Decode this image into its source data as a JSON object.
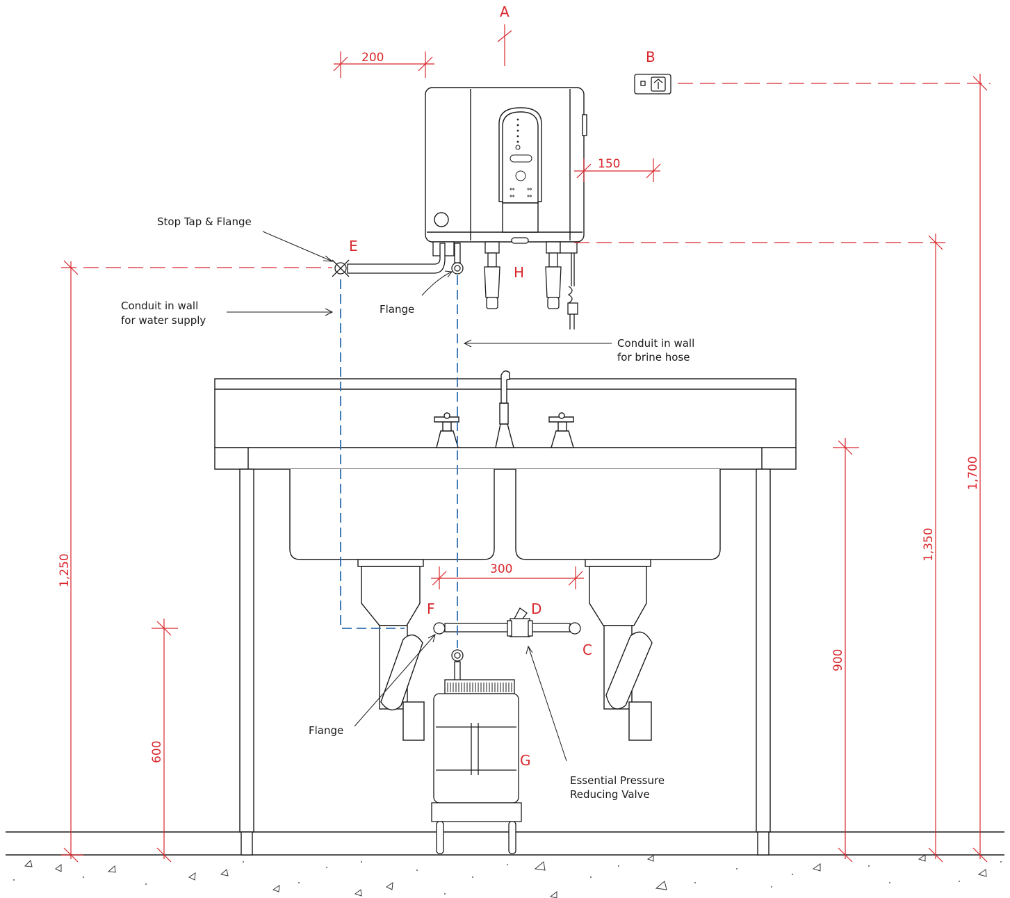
{
  "markers": {
    "a": "A",
    "b": "B",
    "c": "C",
    "d": "D",
    "e": "E",
    "f": "F",
    "g": "G",
    "h": "H"
  },
  "labels": {
    "stop_tap": "Stop Tap & Flange",
    "conduit_water_1": "Conduit in wall",
    "conduit_water_2": "for water supply",
    "flange_top": "Flange",
    "conduit_brine_1": "Conduit in wall",
    "conduit_brine_2": "for brine hose",
    "flange_bottom": "Flange",
    "valve_1": "Essential Pressure",
    "valve_2": "Reducing Valve"
  },
  "dimensions": {
    "unit_offset": "200",
    "side_clearance": "150",
    "valve_spacing": "300",
    "supply_height": "1,250",
    "drain_height": "600",
    "bench_height": "900",
    "unit_base_height": "1,350",
    "outlet_height": "1,700"
  },
  "colors": {
    "dimension": "#d8262b",
    "conduit": "#2f6fb0",
    "line": "#1a1a1a"
  }
}
